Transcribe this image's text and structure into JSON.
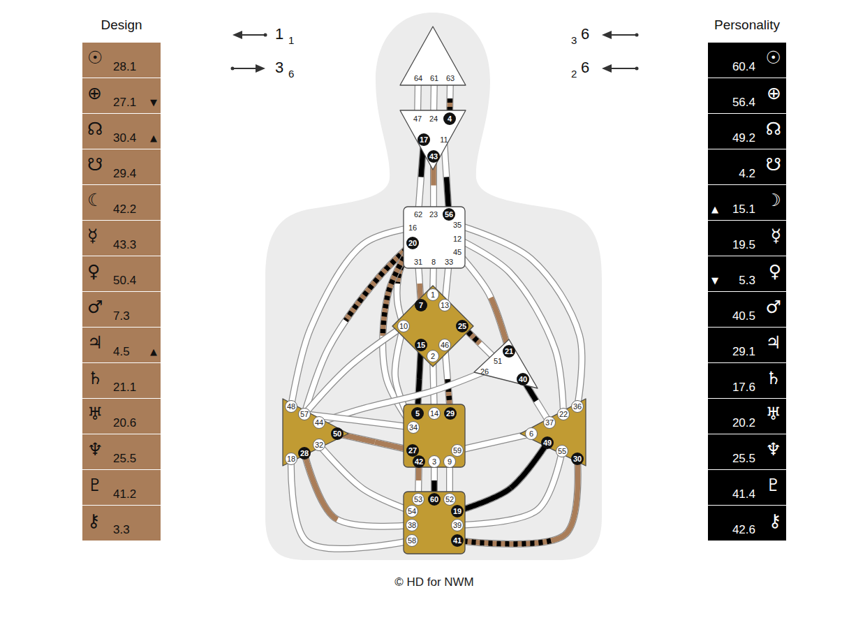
{
  "diagram": {
    "caption": "© HD for NWM",
    "nodes": [
      {
        "text": [
          "Design"
        ]
      },
      {
        "text": [
          "☉",
          "28.1"
        ],
        "in": 0
      },
      {
        "text": [
          "⊕",
          "27.1",
          "▼"
        ],
        "in": 0
      },
      {
        "text": [
          "☊",
          "30.4",
          "▲"
        ],
        "in": 0
      },
      {
        "text": [
          "☋",
          "29.4"
        ],
        "in": 0
      },
      {
        "text": [
          "☾",
          "42.2"
        ],
        "in": 0
      },
      {
        "text": [
          "☿",
          "43.3"
        ],
        "in": 0
      },
      {
        "text": [
          "♀",
          "50.4"
        ],
        "in": 0
      },
      {
        "text": [
          "♂",
          "7.3"
        ],
        "in": 0
      },
      {
        "text": [
          "♃",
          "4.5",
          "▲"
        ],
        "in": 0
      },
      {
        "text": [
          "♄",
          "21.1"
        ],
        "in": 0
      },
      {
        "text": [
          "♅",
          "20.6"
        ],
        "in": 0
      },
      {
        "text": [
          "♆",
          "25.5"
        ],
        "in": 0
      },
      {
        "text": [
          "♇",
          "41.2"
        ],
        "in": 0
      },
      {
        "text": [
          "⚷",
          "3.3"
        ],
        "in": 0
      },
      {
        "text": [
          "Personality"
        ]
      },
      {
        "text": [
          "60.4",
          "☉"
        ],
        "in": 15
      },
      {
        "text": [
          "56.4",
          "⊕"
        ],
        "in": 15
      },
      {
        "text": [
          "49.2",
          "☊"
        ],
        "in": 15
      },
      {
        "text": [
          "4.2",
          "☋"
        ],
        "in": 15
      },
      {
        "text": [
          "▲",
          "15.1",
          "☽"
        ],
        "in": 15
      },
      {
        "text": [
          "19.5",
          "☿"
        ],
        "in": 15
      },
      {
        "text": [
          "▼",
          "5.3",
          "♀"
        ],
        "in": 15
      },
      {
        "text": [
          "40.5",
          "♂"
        ],
        "in": 15
      },
      {
        "text": [
          "29.1",
          "♃"
        ],
        "in": 15
      },
      {
        "text": [
          "17.6",
          "♄"
        ],
        "in": 15
      },
      {
        "text": [
          "20.2",
          "♅"
        ],
        "in": 15
      },
      {
        "text": [
          "25.5",
          "♆"
        ],
        "in": 15
      },
      {
        "text": [
          "41.4",
          "♇"
        ],
        "in": 15
      },
      {
        "text": [
          "42.6",
          "⚷"
        ],
        "in": 15
      },
      {
        "text": [
          "64",
          "61",
          "63"
        ]
      },
      {
        "text": [
          "47",
          "24",
          "4",
          "17",
          "11",
          "43"
        ]
      },
      {
        "text": [
          "62",
          "23",
          "56",
          "16",
          "35",
          "20",
          "12",
          "45",
          "31",
          "8",
          "33"
        ]
      },
      {
        "text": [
          "1",
          "7",
          "13",
          "10",
          "25",
          "15",
          "46",
          "2"
        ]
      },
      {
        "text": [
          "21",
          "51",
          "26",
          "40"
        ]
      },
      {
        "text": [
          "48",
          "57",
          "44",
          "50",
          "32",
          "28",
          "18"
        ]
      },
      {
        "text": [
          "5",
          "14",
          "29",
          "34",
          "59",
          "27",
          "42",
          "3",
          "9"
        ]
      },
      {
        "text": [
          "36",
          "22",
          "37",
          "6",
          "49",
          "55",
          "30"
        ]
      },
      {
        "text": [
          "53",
          "60",
          "52",
          "54",
          "19",
          "38",
          "39",
          "58",
          "41"
        ]
      }
    ],
    "edges": [
      {
        "from": 30,
        "to": 31,
        "arrow": "none"
      },
      {
        "from": 30,
        "to": 31,
        "arrow": "none"
      },
      {
        "from": 30,
        "to": 31,
        "arrow": "none"
      },
      {
        "from": 31,
        "to": 32,
        "arrow": "none"
      },
      {
        "from": 31,
        "to": 32,
        "arrow": "none"
      },
      {
        "from": 31,
        "to": 32,
        "arrow": "none"
      },
      {
        "from": 32,
        "to": 33,
        "arrow": "none"
      },
      {
        "from": 32,
        "to": 33,
        "arrow": "none"
      },
      {
        "from": 32,
        "to": 33,
        "arrow": "none"
      },
      {
        "from": 32,
        "to": 33,
        "arrow": "none"
      },
      {
        "from": 32,
        "to": 34,
        "arrow": "none"
      },
      {
        "from": 32,
        "to": 35,
        "arrow": "none"
      },
      {
        "from": 32,
        "to": 35,
        "arrow": "none"
      },
      {
        "from": 32,
        "to": 36,
        "arrow": "none"
      },
      {
        "from": 32,
        "to": 37,
        "arrow": "none"
      },
      {
        "from": 32,
        "to": 37,
        "arrow": "none"
      },
      {
        "from": 33,
        "to": 34,
        "arrow": "none"
      },
      {
        "from": 33,
        "to": 35,
        "arrow": "none"
      },
      {
        "from": 33,
        "to": 36,
        "arrow": "none"
      },
      {
        "from": 33,
        "to": 36,
        "arrow": "none"
      },
      {
        "from": 33,
        "to": 36,
        "arrow": "none"
      },
      {
        "from": 33,
        "to": 36,
        "arrow": "none"
      },
      {
        "from": 34,
        "to": 35,
        "arrow": "none"
      },
      {
        "from": 34,
        "to": 37,
        "arrow": "none"
      },
      {
        "from": 35,
        "to": 36,
        "arrow": "none"
      },
      {
        "from": 35,
        "to": 36,
        "arrow": "none"
      },
      {
        "from": 35,
        "to": 38,
        "arrow": "none"
      },
      {
        "from": 35,
        "to": 38,
        "arrow": "none"
      },
      {
        "from": 35,
        "to": 38,
        "arrow": "none"
      },
      {
        "from": 36,
        "to": 37,
        "arrow": "none"
      },
      {
        "from": 36,
        "to": 38,
        "arrow": "none"
      },
      {
        "from": 36,
        "to": 38,
        "arrow": "none"
      },
      {
        "from": 36,
        "to": 38,
        "arrow": "none"
      },
      {
        "from": 37,
        "to": 38,
        "arrow": "none"
      },
      {
        "from": 37,
        "to": 38,
        "arrow": "none"
      },
      {
        "from": 37,
        "to": 38,
        "arrow": "none"
      }
    ],
    "labels": [
      "1",
      "1",
      "3",
      "6",
      "3",
      "6",
      "2",
      "6"
    ]
  }
}
